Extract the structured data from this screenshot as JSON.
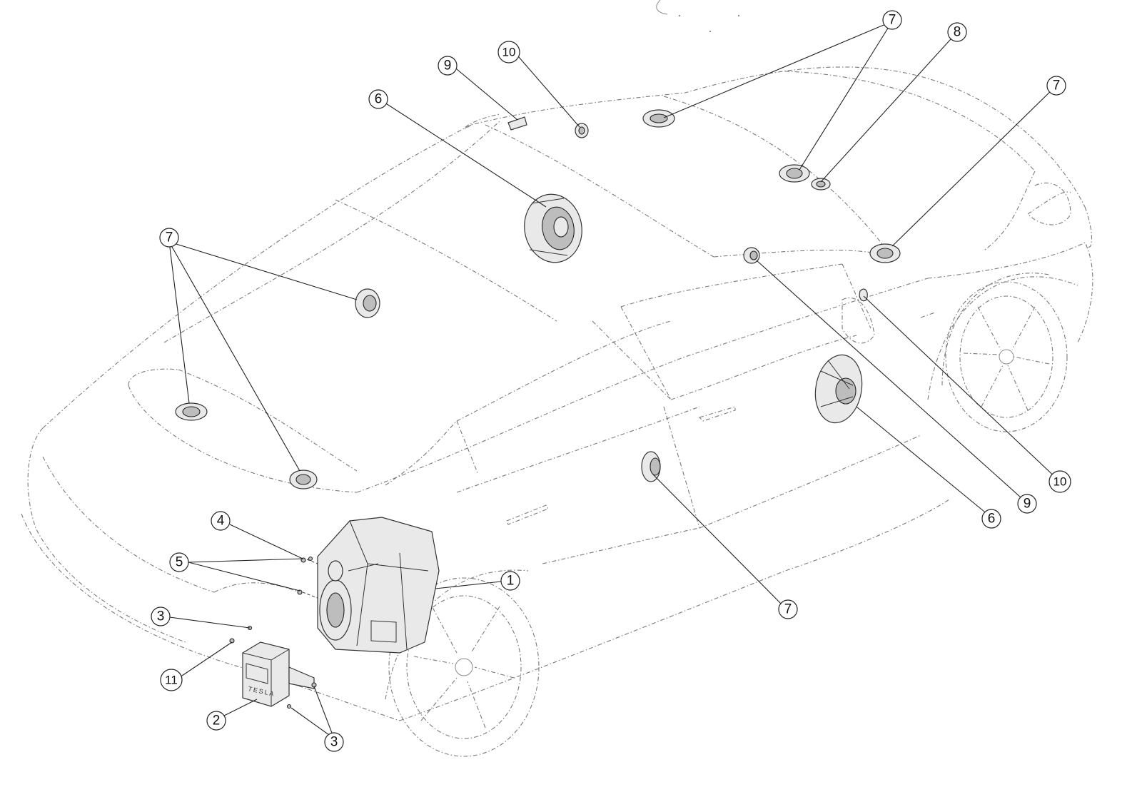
{
  "callouts": [
    {
      "id": "c1",
      "label": "1"
    },
    {
      "id": "c2",
      "label": "2"
    },
    {
      "id": "c3a",
      "label": "3"
    },
    {
      "id": "c3b",
      "label": "3"
    },
    {
      "id": "c4",
      "label": "4"
    },
    {
      "id": "c5",
      "label": "5"
    },
    {
      "id": "c6a",
      "label": "6"
    },
    {
      "id": "c6b",
      "label": "6"
    },
    {
      "id": "c7a",
      "label": "7"
    },
    {
      "id": "c7b",
      "label": "7"
    },
    {
      "id": "c7c",
      "label": "7"
    },
    {
      "id": "c7d",
      "label": "7"
    },
    {
      "id": "c8",
      "label": "8"
    },
    {
      "id": "c9a",
      "label": "9"
    },
    {
      "id": "c9b",
      "label": "9"
    },
    {
      "id": "c10a",
      "label": "10"
    },
    {
      "id": "c10b",
      "label": "10"
    },
    {
      "id": "c11",
      "label": "11"
    }
  ],
  "amplifier_badge": "TESLA",
  "colors": {
    "line": "#222222",
    "outline": "#7a7a7a",
    "part_fill": "#e9e9e9"
  }
}
